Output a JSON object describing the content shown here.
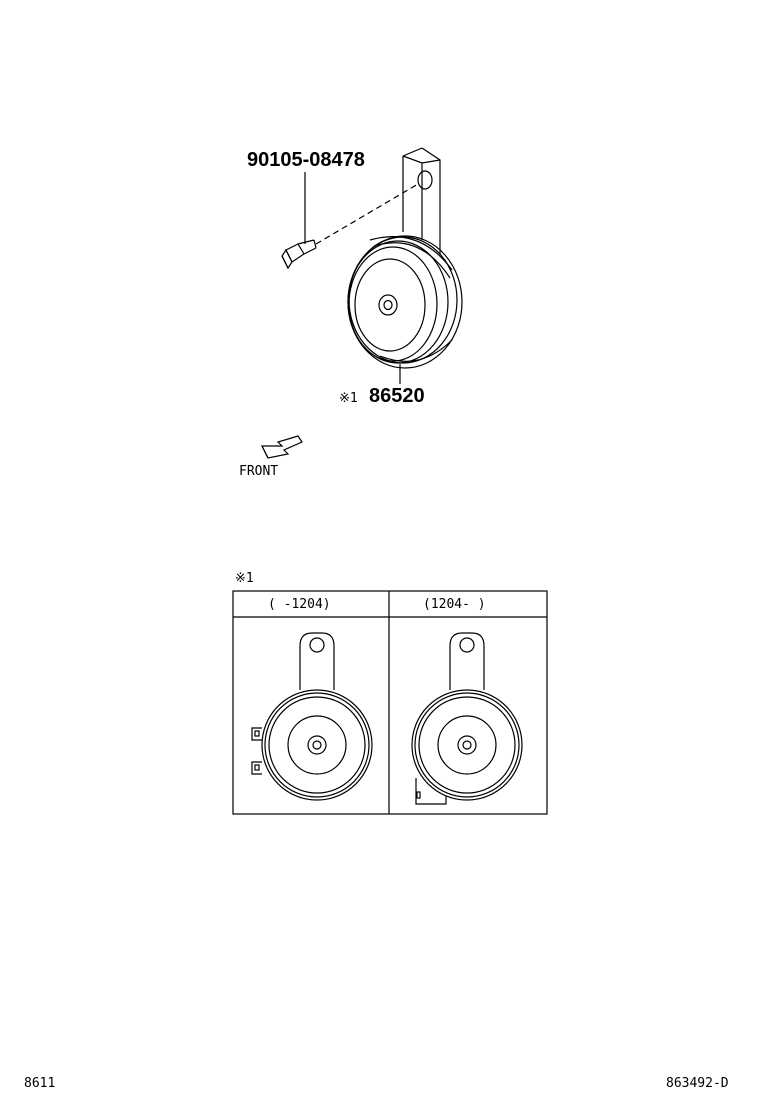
{
  "diagram": {
    "bolt_part_number": "90105-08478",
    "horn_ref_mark": "※1",
    "horn_part_number": "86520",
    "front_label": "FRONT",
    "table_ref_mark": "※1",
    "table_headers": [
      "(      -1204)",
      "(1204-      )"
    ],
    "footer_left": "8611",
    "footer_right": "863492-D"
  }
}
